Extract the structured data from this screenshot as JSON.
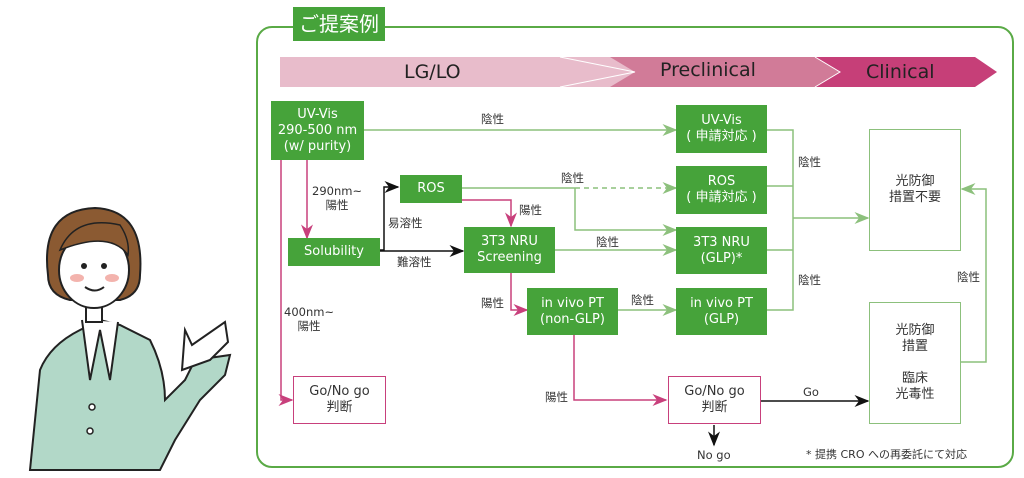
{
  "title": "ご提案例",
  "phases": [
    {
      "label": "LG/LO",
      "color": "#e8bccb"
    },
    {
      "label": "Preclinical",
      "color": "#d17b98"
    },
    {
      "label": "Clinical",
      "color": "#c63f78"
    }
  ],
  "boxes": {
    "uvvis_initial": "UV-Vis\n290-500 nm\n(w/ purity)",
    "solubility": "Solubility",
    "ros": "ROS",
    "nru_screening": "3T3 NRU\nScreening",
    "invivo_nonglp": "in vivo PT\n(non-GLP)",
    "uvvis_filing": "UV-Vis\n( 申請対応 )",
    "ros_filing": "ROS\n( 申請対応 )",
    "nru_glp": "3T3 NRU\n(GLP)*",
    "invivo_glp": "in vivo PT\n(GLP)",
    "no_protection": "光防御\n措置不要",
    "protection_clinical": "光防御\n措置\n\n臨床\n光毒性",
    "gonogo_left": "Go/No go\n判断",
    "gonogo_right": "Go/No go\n判断"
  },
  "labels": {
    "neg_top": "陰性",
    "pos_290": "290nm~\n陽性",
    "easy_soluble": "易溶性",
    "poor_soluble": "難溶性",
    "neg_ros": "陰性",
    "pos_ros": "陽性",
    "neg_nru": "陰性",
    "pos_nru": "陽性",
    "neg_invivo": "陰性",
    "pos_400": "400nm~\n陽性",
    "pos_invivo": "陽性",
    "neg_right_upper": "陰性",
    "neg_right_lower": "陰性",
    "neg_feedback": "陰性",
    "go": "Go",
    "no_go": "No go"
  },
  "footnote": "* 提携 CRO への再委託にて対応",
  "colors": {
    "green": "#46a33a",
    "light_green_line": "#8cc07c",
    "pink_line": "#c8407c",
    "frame_green": "#5aaa46"
  }
}
